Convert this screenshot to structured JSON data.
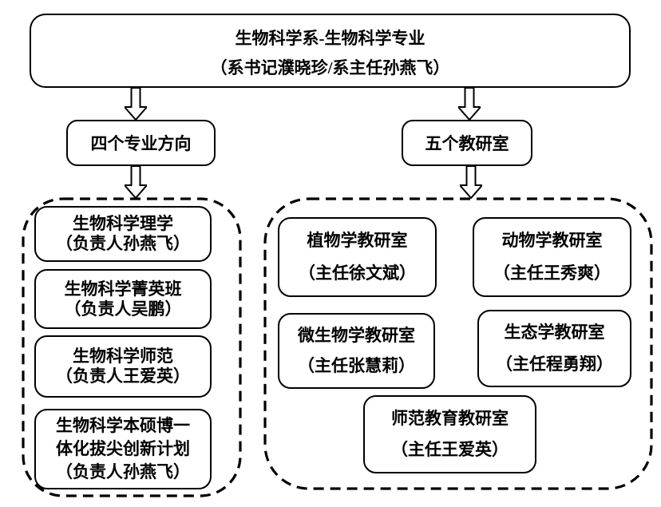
{
  "page": {
    "background": "#ffffff",
    "ink": "#000000"
  },
  "root_node": {
    "line1": "生物科学系-生物科学专业",
    "line2": "（系书记濮晓珍/系主任孙燕飞）"
  },
  "branches": {
    "left": {
      "label": "四个专业方向"
    },
    "right": {
      "label": "五个教研室"
    }
  },
  "majors": {
    "items": [
      {
        "lines": [
          "生物科学理学",
          "（负责人孙燕飞）"
        ]
      },
      {
        "lines": [
          "生物科学菁英班",
          "（负责人吴鹏）"
        ]
      },
      {
        "lines": [
          "生物科学师范",
          "（负责人王爱英）"
        ]
      },
      {
        "lines": [
          "生物科学本硕博一",
          "体化拔尖创新计划",
          "（负责人孙燕飞）"
        ]
      }
    ]
  },
  "offices": {
    "items": [
      {
        "lines": [
          "植物学教研室",
          "（主任徐文斌）"
        ]
      },
      {
        "lines": [
          "动物学教研室",
          "（主任王秀爽）"
        ]
      },
      {
        "lines": [
          "微生物学教研室",
          "（主任张慧莉）"
        ]
      },
      {
        "lines": [
          "生态学教研室",
          "（主任程勇翔）"
        ]
      },
      {
        "lines": [
          "师范教育教研室",
          "（主任王爱英）"
        ]
      }
    ]
  }
}
